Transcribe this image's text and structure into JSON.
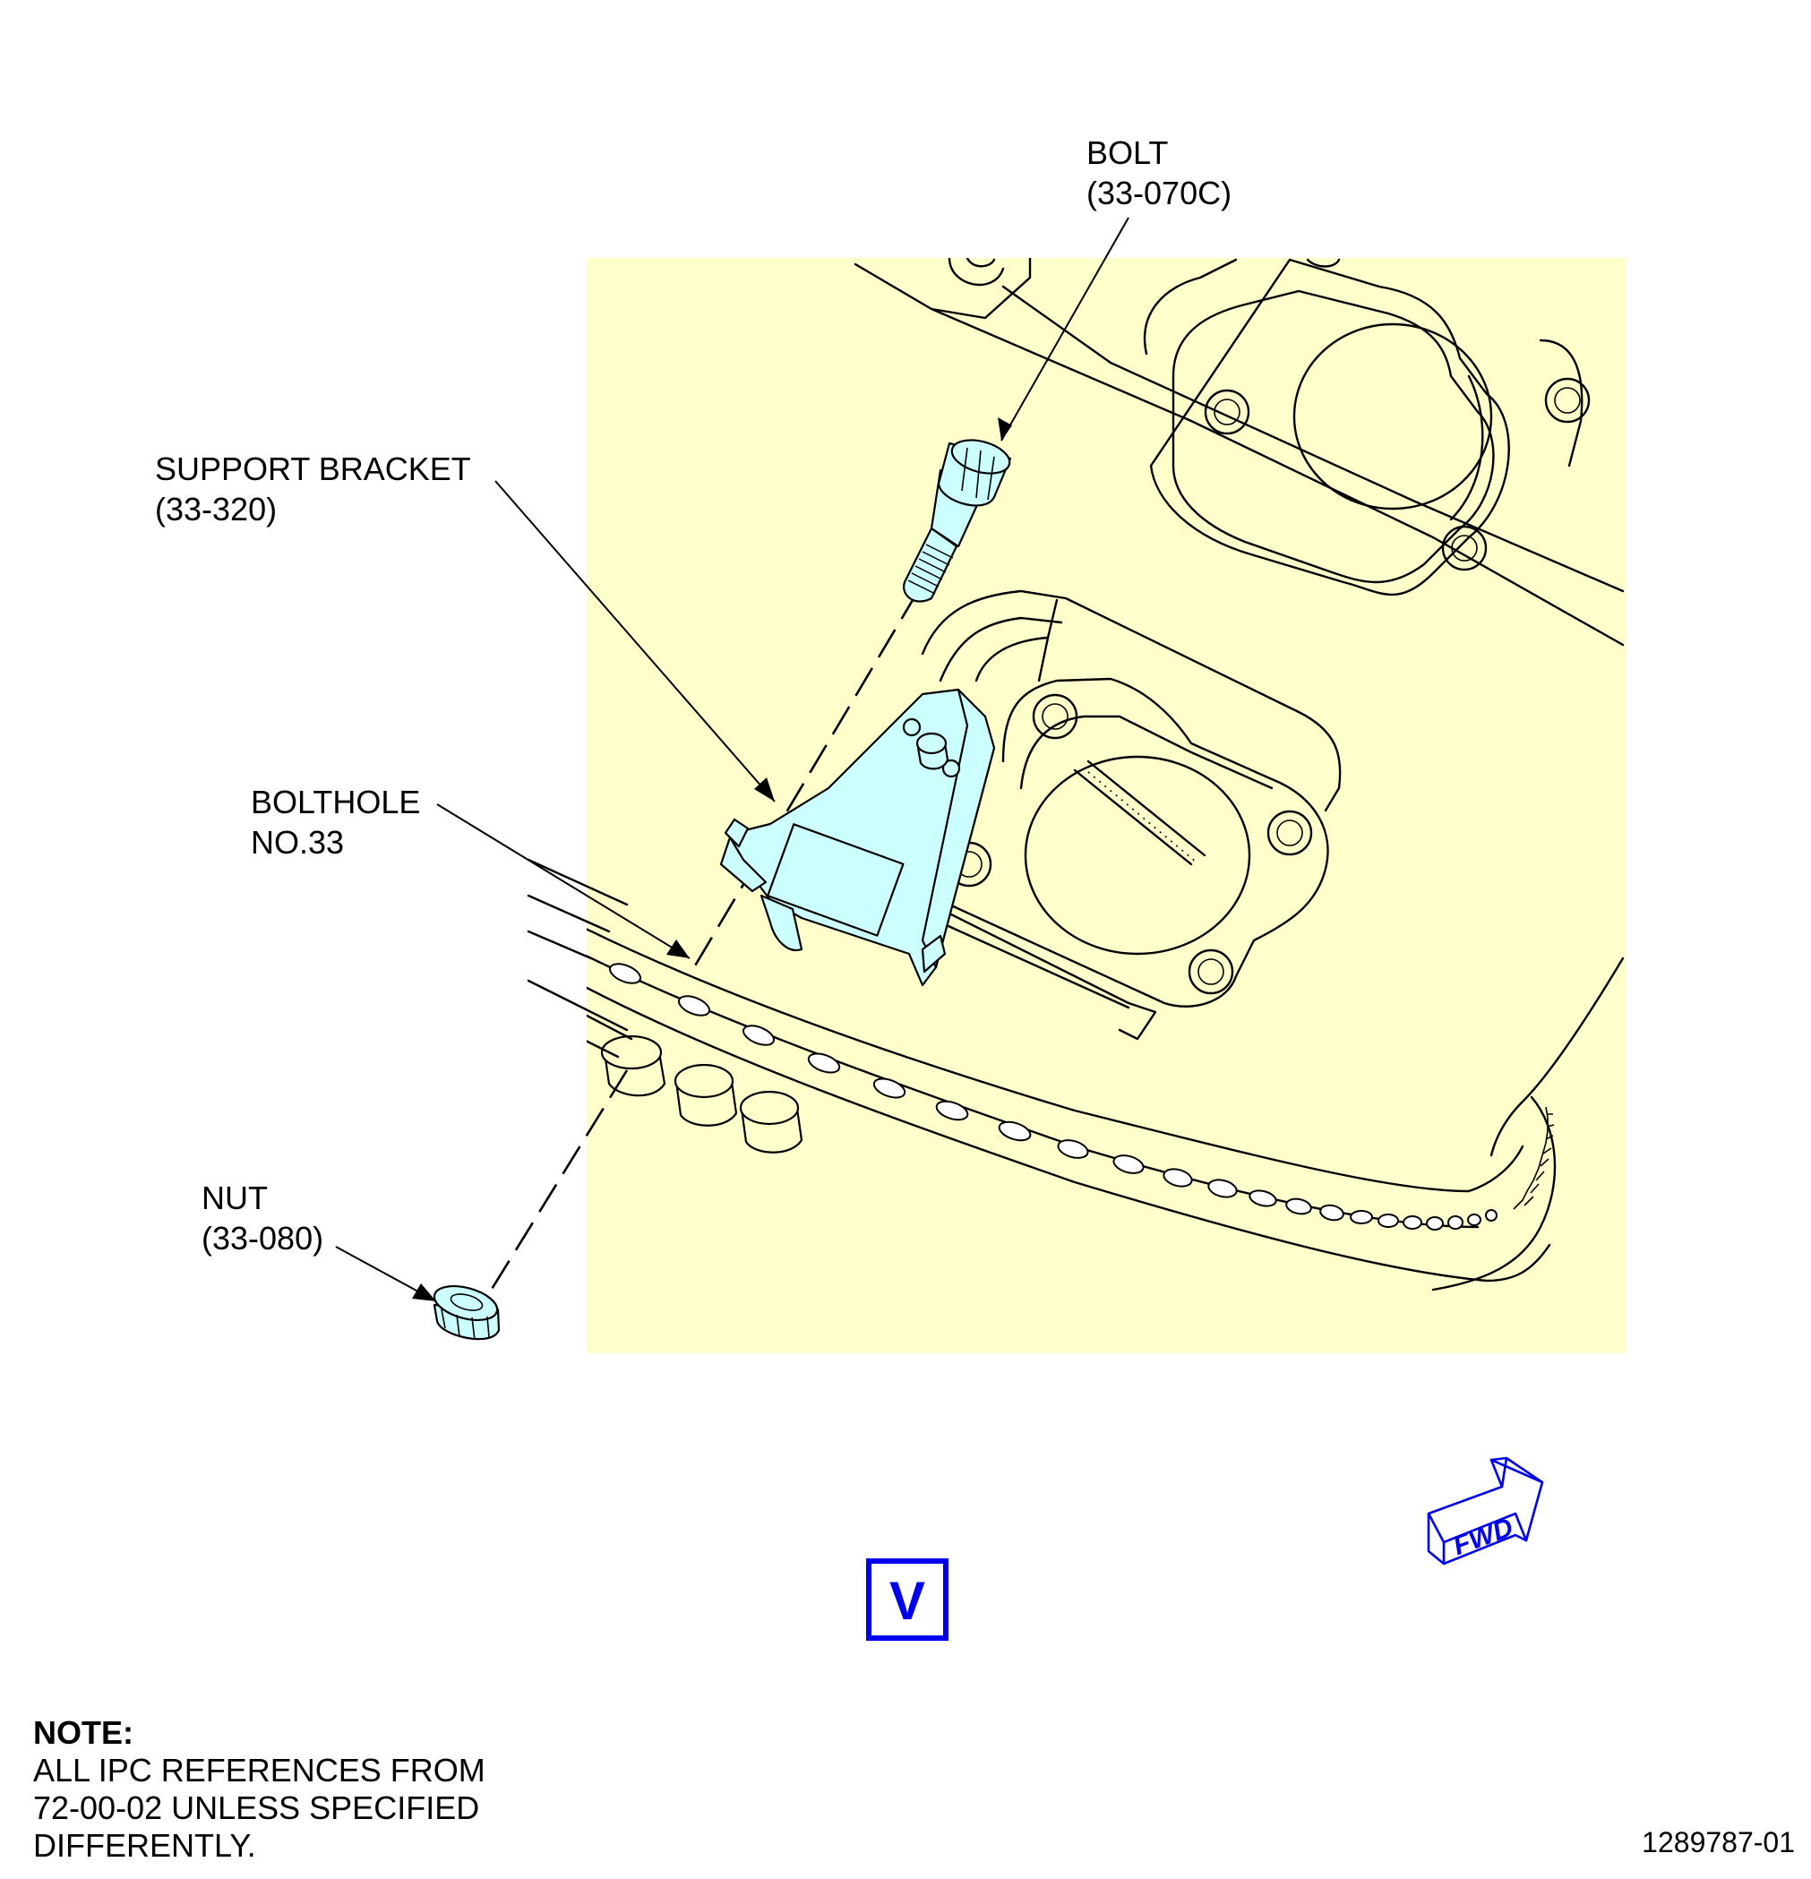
{
  "labels": {
    "bolt": {
      "name": "BOLT",
      "ref": "(33-070C)"
    },
    "support_bracket": {
      "name": "SUPPORT BRACKET",
      "ref": "(33-320)"
    },
    "bolthole": {
      "name": "BOLTHOLE",
      "ref": "NO.33"
    },
    "nut": {
      "name": "NUT",
      "ref": "(33-080)"
    }
  },
  "view_letter": "V",
  "fwd_label": "FWD",
  "note": {
    "heading": "NOTE:",
    "lines": [
      "ALL IPC REFERENCES FROM",
      "72-00-02 UNLESS SPECIFIED",
      "DIFFERENTLY."
    ]
  },
  "figure_number": "1289787-01",
  "colors": {
    "highlight_background": "#ffffcc",
    "part_fill": "#ccffff",
    "view_box_border": "#0000ee",
    "fwd_arrow": "#0000ee",
    "line": "#000000"
  }
}
